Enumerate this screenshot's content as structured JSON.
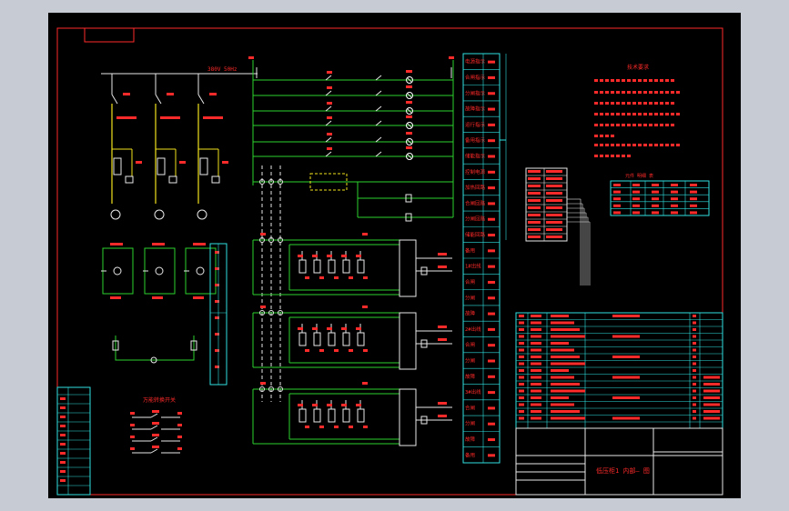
{
  "colors": {
    "background": "#000000",
    "frame": "#ff2a2a",
    "wire_green": "#2bd22b",
    "wire_yellow": "#f0e21a",
    "wire_white": "#e8e8e8",
    "table_cyan": "#2fe0e0",
    "label_red": "#ff2a2a",
    "lamp_white": "#ffffff",
    "outer_bg": "#c7cbd3"
  },
  "drawing": {
    "title": "低压柜1 内部— 图",
    "tech_req_title": "技术要求",
    "voltage_label": "380V 50Hz",
    "rotary_switch_title": "万能转换开关",
    "part_table_header": [
      "序号",
      "代号",
      "名称",
      "数量",
      "备注"
    ],
    "bom_header": [
      "序",
      "代 号",
      "名 称",
      "数 量",
      "备 注"
    ],
    "part_table_title": "元件 明细 表"
  },
  "terminal_strip": {
    "labels": [
      "电源指示",
      "合闸指示",
      "分闸指示",
      "故障指示",
      "运行指示",
      "备用指示",
      "储能指示",
      "控制电源",
      "加热回路",
      "合闸回路",
      "分闸回路",
      "储能回路",
      "备用",
      "1#出线",
      "合闸",
      "分闸",
      "故障",
      "2#出线",
      "合闸",
      "分闸",
      "故障",
      "3#出线",
      "合闸",
      "分闸",
      "故障",
      "备用"
    ]
  }
}
